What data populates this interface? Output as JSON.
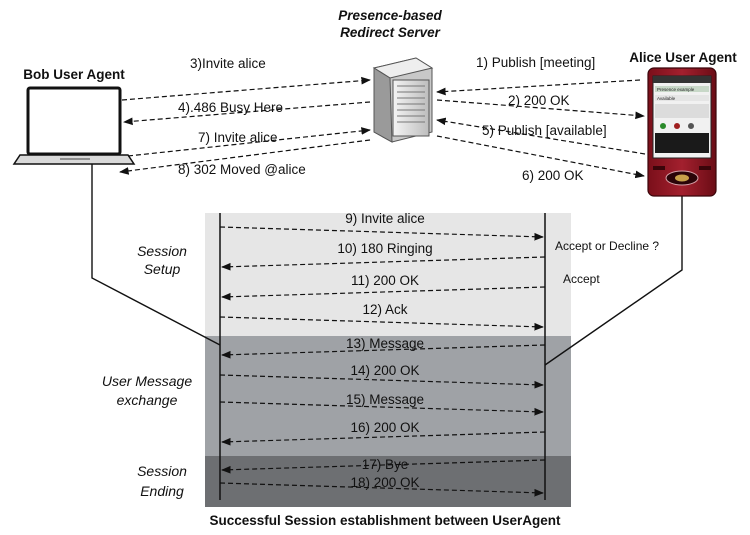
{
  "server": {
    "title_line1": "Presence-based",
    "title_line2": "Redirect Server"
  },
  "bob": {
    "title": "Bob User Agent"
  },
  "alice": {
    "title": "Alice User Agent"
  },
  "top_messages": [
    {
      "id": "m3",
      "label": "3)Invite alice"
    },
    {
      "id": "m4",
      "label": "4).486 Busy Here"
    },
    {
      "id": "m7",
      "label": "7) Invite alice"
    },
    {
      "id": "m8",
      "label": "8) 302 Moved @alice"
    },
    {
      "id": "m1",
      "label": "1) Publish [meeting]"
    },
    {
      "id": "m2",
      "label": "2) 200 OK"
    },
    {
      "id": "m5",
      "label": "5) Publish [available]"
    },
    {
      "id": "m6",
      "label": "6) 200 OK"
    }
  ],
  "phases": [
    {
      "id": "setup",
      "label_line1": "Session",
      "label_line2": "Setup",
      "color": "#e6e6e6"
    },
    {
      "id": "message",
      "label_line1": "User Message",
      "label_line2": "exchange",
      "color": "#9fa2a6"
    },
    {
      "id": "ending",
      "label_line1": "Session",
      "label_line2": "Ending",
      "color": "#6d6f72"
    }
  ],
  "session_messages": [
    {
      "label": "9) Invite alice",
      "direction": "right"
    },
    {
      "label": "10) 180 Ringing",
      "direction": "left"
    },
    {
      "label": "11) 200 OK",
      "direction": "left"
    },
    {
      "label": "12) Ack",
      "direction": "right"
    },
    {
      "label": "13) Message",
      "direction": "left"
    },
    {
      "label": "14) 200 OK",
      "direction": "right"
    },
    {
      "label": "15) Message",
      "direction": "right"
    },
    {
      "label": "16) 200 OK",
      "direction": "left"
    },
    {
      "label": "17) Bye",
      "direction": "left"
    },
    {
      "label": "18) 200 OK",
      "direction": "right"
    }
  ],
  "annotations": {
    "accept_or_decline": "Accept or Decline ?",
    "accept": "Accept"
  },
  "caption": "Successful Session establishment between UserAgent",
  "phone_screen_rows": [
    "Presence example",
    "Available"
  ]
}
